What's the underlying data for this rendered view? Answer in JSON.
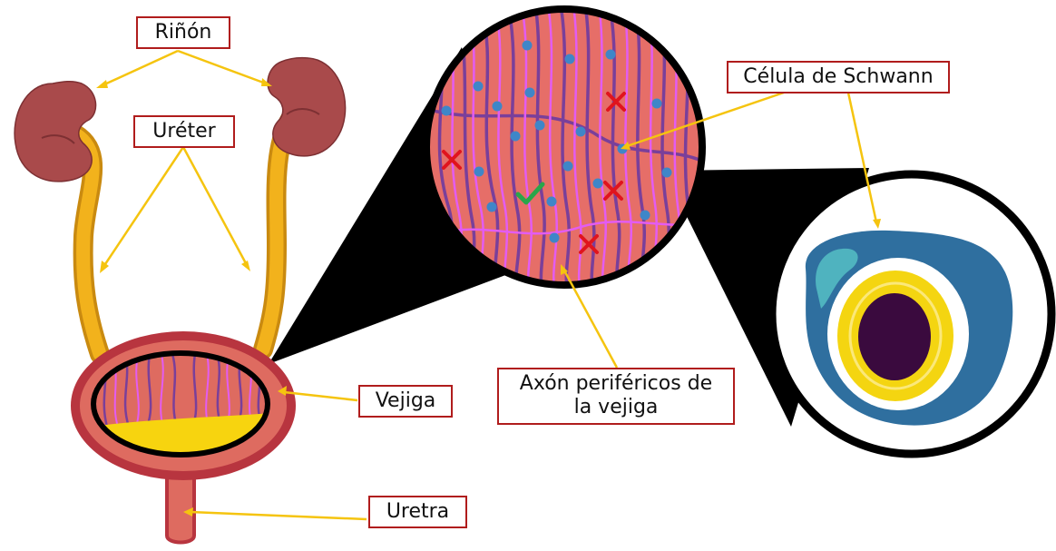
{
  "labels": {
    "rinon": "Riñón",
    "ureter": "Uréter",
    "celula_schwann": "Célula de Schwann",
    "vejiga": "Vejiga",
    "axon_line1": "Axón periféricos de",
    "axon_line2": "la vejiga",
    "uretra": "Uretra"
  },
  "colors": {
    "kidney": "#a94a4b",
    "ureter": "#f2b21c",
    "bladder_wall": "#b8353f",
    "bladder_inner": "#de6b60",
    "urine": "#f7d40f",
    "axon_purple": "#7a3f9a",
    "axon_pink": "#e35cf2",
    "schwann_dot": "#3f86c8",
    "label_border": "#b01c1c",
    "arrow": "#f5c40f",
    "wrong_mark": "#e0141e",
    "right_mark": "#2aa64a",
    "myelin_blue": "#2f6f9f",
    "myelin_light": "#4fb3bf",
    "myelin_yellow": "#f4d511",
    "axon_core": "#3a0a3e"
  }
}
